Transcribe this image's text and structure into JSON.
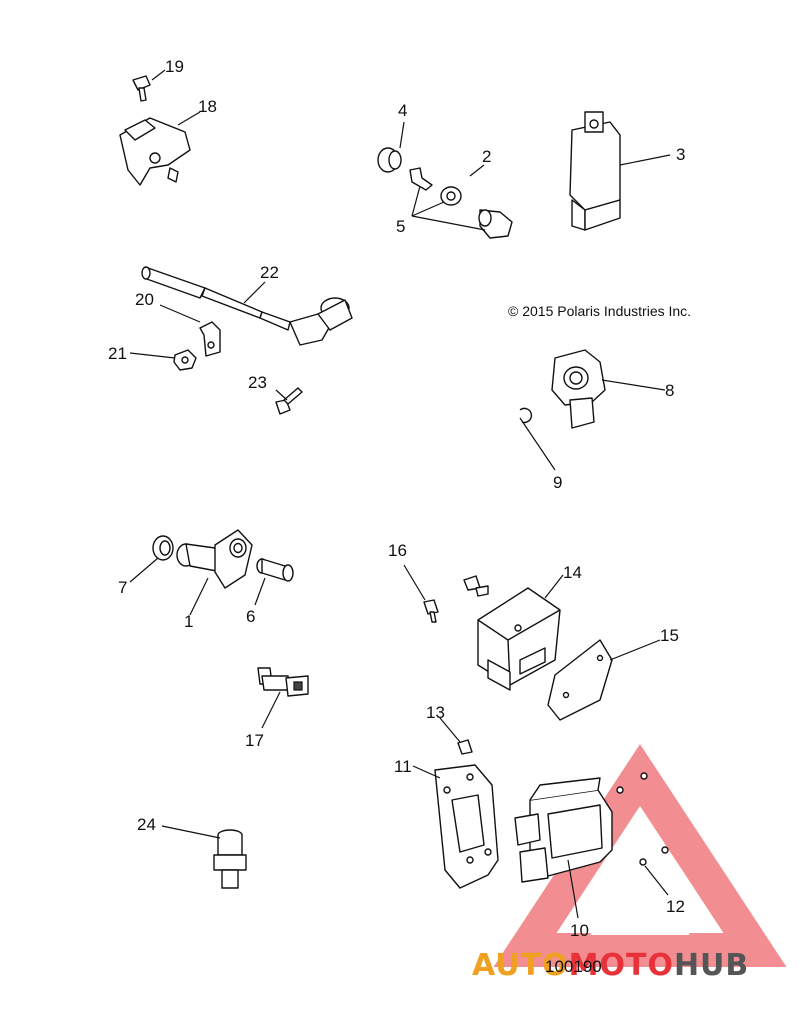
{
  "copyright": "© 2015 Polaris Industries Inc.",
  "figure_id": "100190",
  "callouts": [
    "19",
    "18",
    "4",
    "2",
    "3",
    "5",
    "22",
    "20",
    "21",
    "23",
    "8",
    "9",
    "16",
    "14",
    "7",
    "1",
    "6",
    "15",
    "17",
    "13",
    "11",
    "24",
    "12",
    "10"
  ],
  "watermark": {
    "brand": "AUTOMOTOHUB",
    "color_red": "#e8323a",
    "color_orange": "#f0a020",
    "color_grey": "#555555"
  }
}
